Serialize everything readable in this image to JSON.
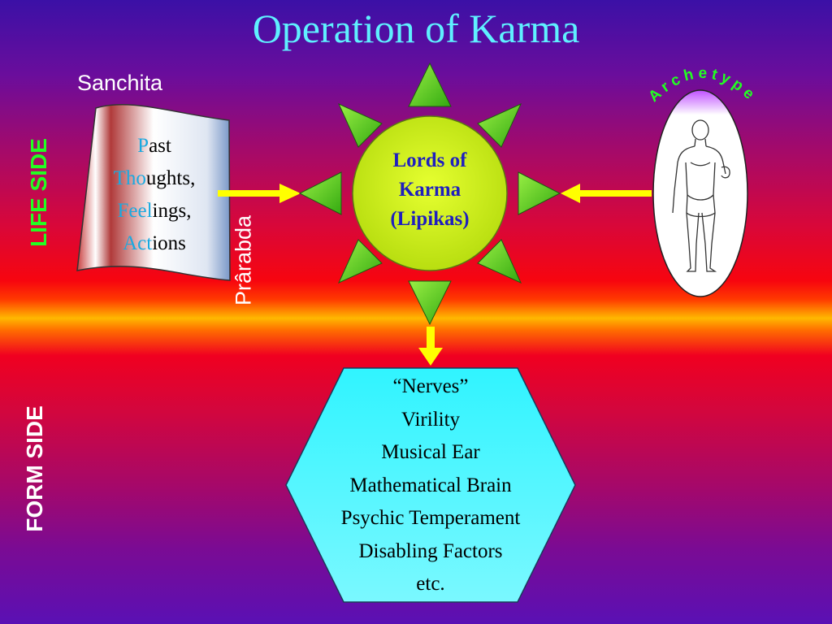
{
  "title": "Operation of Karma",
  "labels": {
    "life_side": "LIFE  SIDE",
    "form_side": "FORM SIDE",
    "sanchita": "Sanchita",
    "prarabda": "Prârabda",
    "archetype": "Archetype"
  },
  "scroll": {
    "lines": [
      {
        "hl": "P",
        "rest": "ast"
      },
      {
        "hl": "Tho",
        "rest": "ughts,"
      },
      {
        "hl": "Feel",
        "rest": "ings,"
      },
      {
        "hl": "Act",
        "rest": "ions"
      }
    ]
  },
  "center": {
    "lines": [
      "Lords of",
      "Karma",
      "(Lipikas)"
    ]
  },
  "effects": {
    "lines": [
      "“Nerves”",
      "Virility",
      "Musical Ear",
      "Mathematical Brain",
      "Psychic Temperament",
      "Disabling Factors",
      "etc."
    ]
  },
  "colors": {
    "title": "#5ff0ff",
    "life_side": "#22ff22",
    "sun_center": "#ccee10",
    "sun_rays": "#66cc22",
    "arrow": "#ffff00",
    "effects_fill": "#00eeff"
  },
  "icons": {
    "archetype_figure": "human-figure-icon"
  }
}
